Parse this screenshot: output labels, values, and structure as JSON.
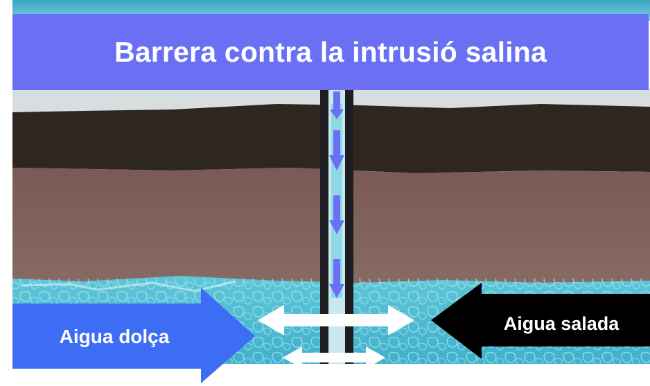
{
  "title": "Barrera contra la intrusió salina",
  "labels": {
    "fresh_water": "Aigua dolça",
    "salt_water": "Aigua salada"
  },
  "colors": {
    "title_bg": "#6a6ff3",
    "fresh_arrow": "#3d6cf5",
    "salt_arrow": "#000000",
    "injection_arrow": "#6a6ff3",
    "flow_arrow": "#ffffff",
    "topsoil": "#2f2620",
    "aquifer_soil": "#7a5d56",
    "water": "#49b8cf"
  },
  "icons": {
    "injection": "arrow-down-icon",
    "flow": "double-arrow-icon"
  }
}
